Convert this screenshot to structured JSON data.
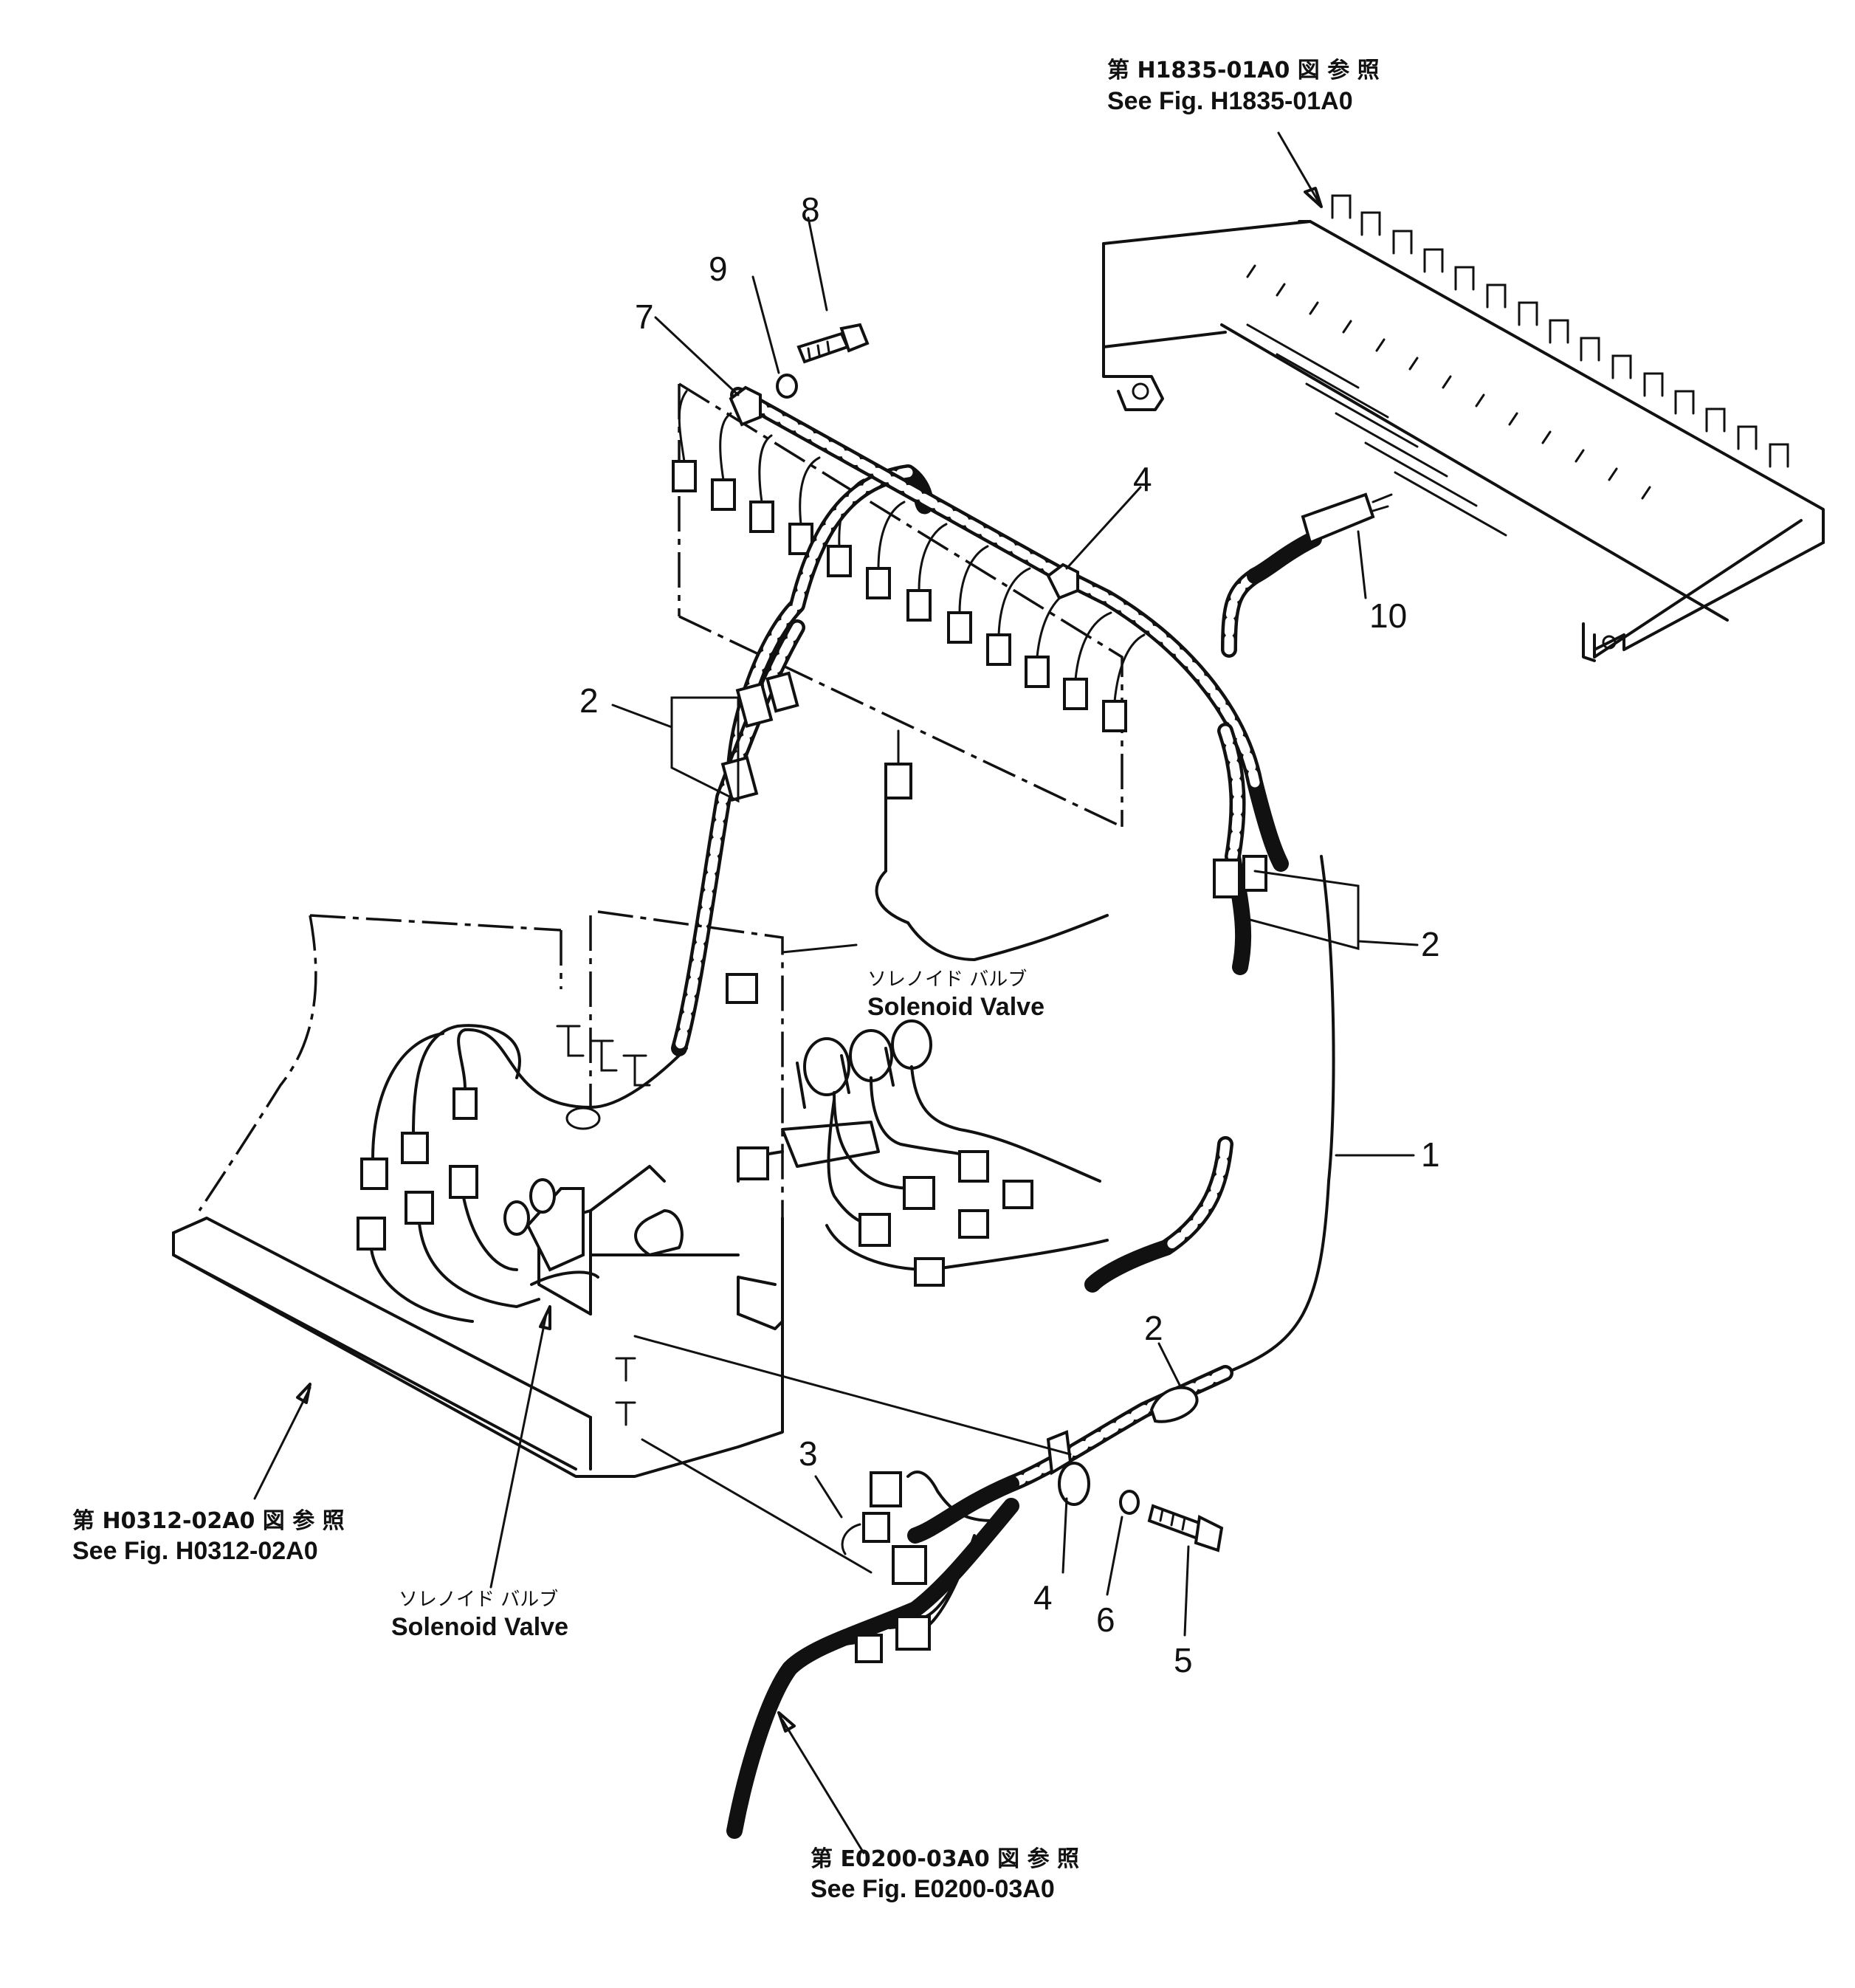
{
  "references": {
    "top_right": {
      "jp": "第 H1835-01A0 図 参 照",
      "en": "See Fig. H1835-01A0"
    },
    "left": {
      "jp": "第 H0312-02A0 図 参 照",
      "en": "See Fig. H0312-02A0"
    },
    "bottom": {
      "jp": "第 E0200-03A0 図 参 照",
      "en": "See Fig. E0200-03A0"
    }
  },
  "labels": {
    "solenoid_valve_upper": {
      "jp": "ソレノイド バルブ",
      "en": "Solenoid Valve"
    },
    "solenoid_valve_lower": {
      "jp": "ソレノイド バルブ",
      "en": "Solenoid Valve"
    }
  },
  "part_numbers": {
    "p1": "1",
    "p2_upper_left": "2",
    "p2_right": "2",
    "p2_lower": "2",
    "p3": "3",
    "p4_upper": "4",
    "p4_lower": "4",
    "p5": "5",
    "p6": "6",
    "p7": "7",
    "p8": "8",
    "p9": "9",
    "p10": "10"
  }
}
